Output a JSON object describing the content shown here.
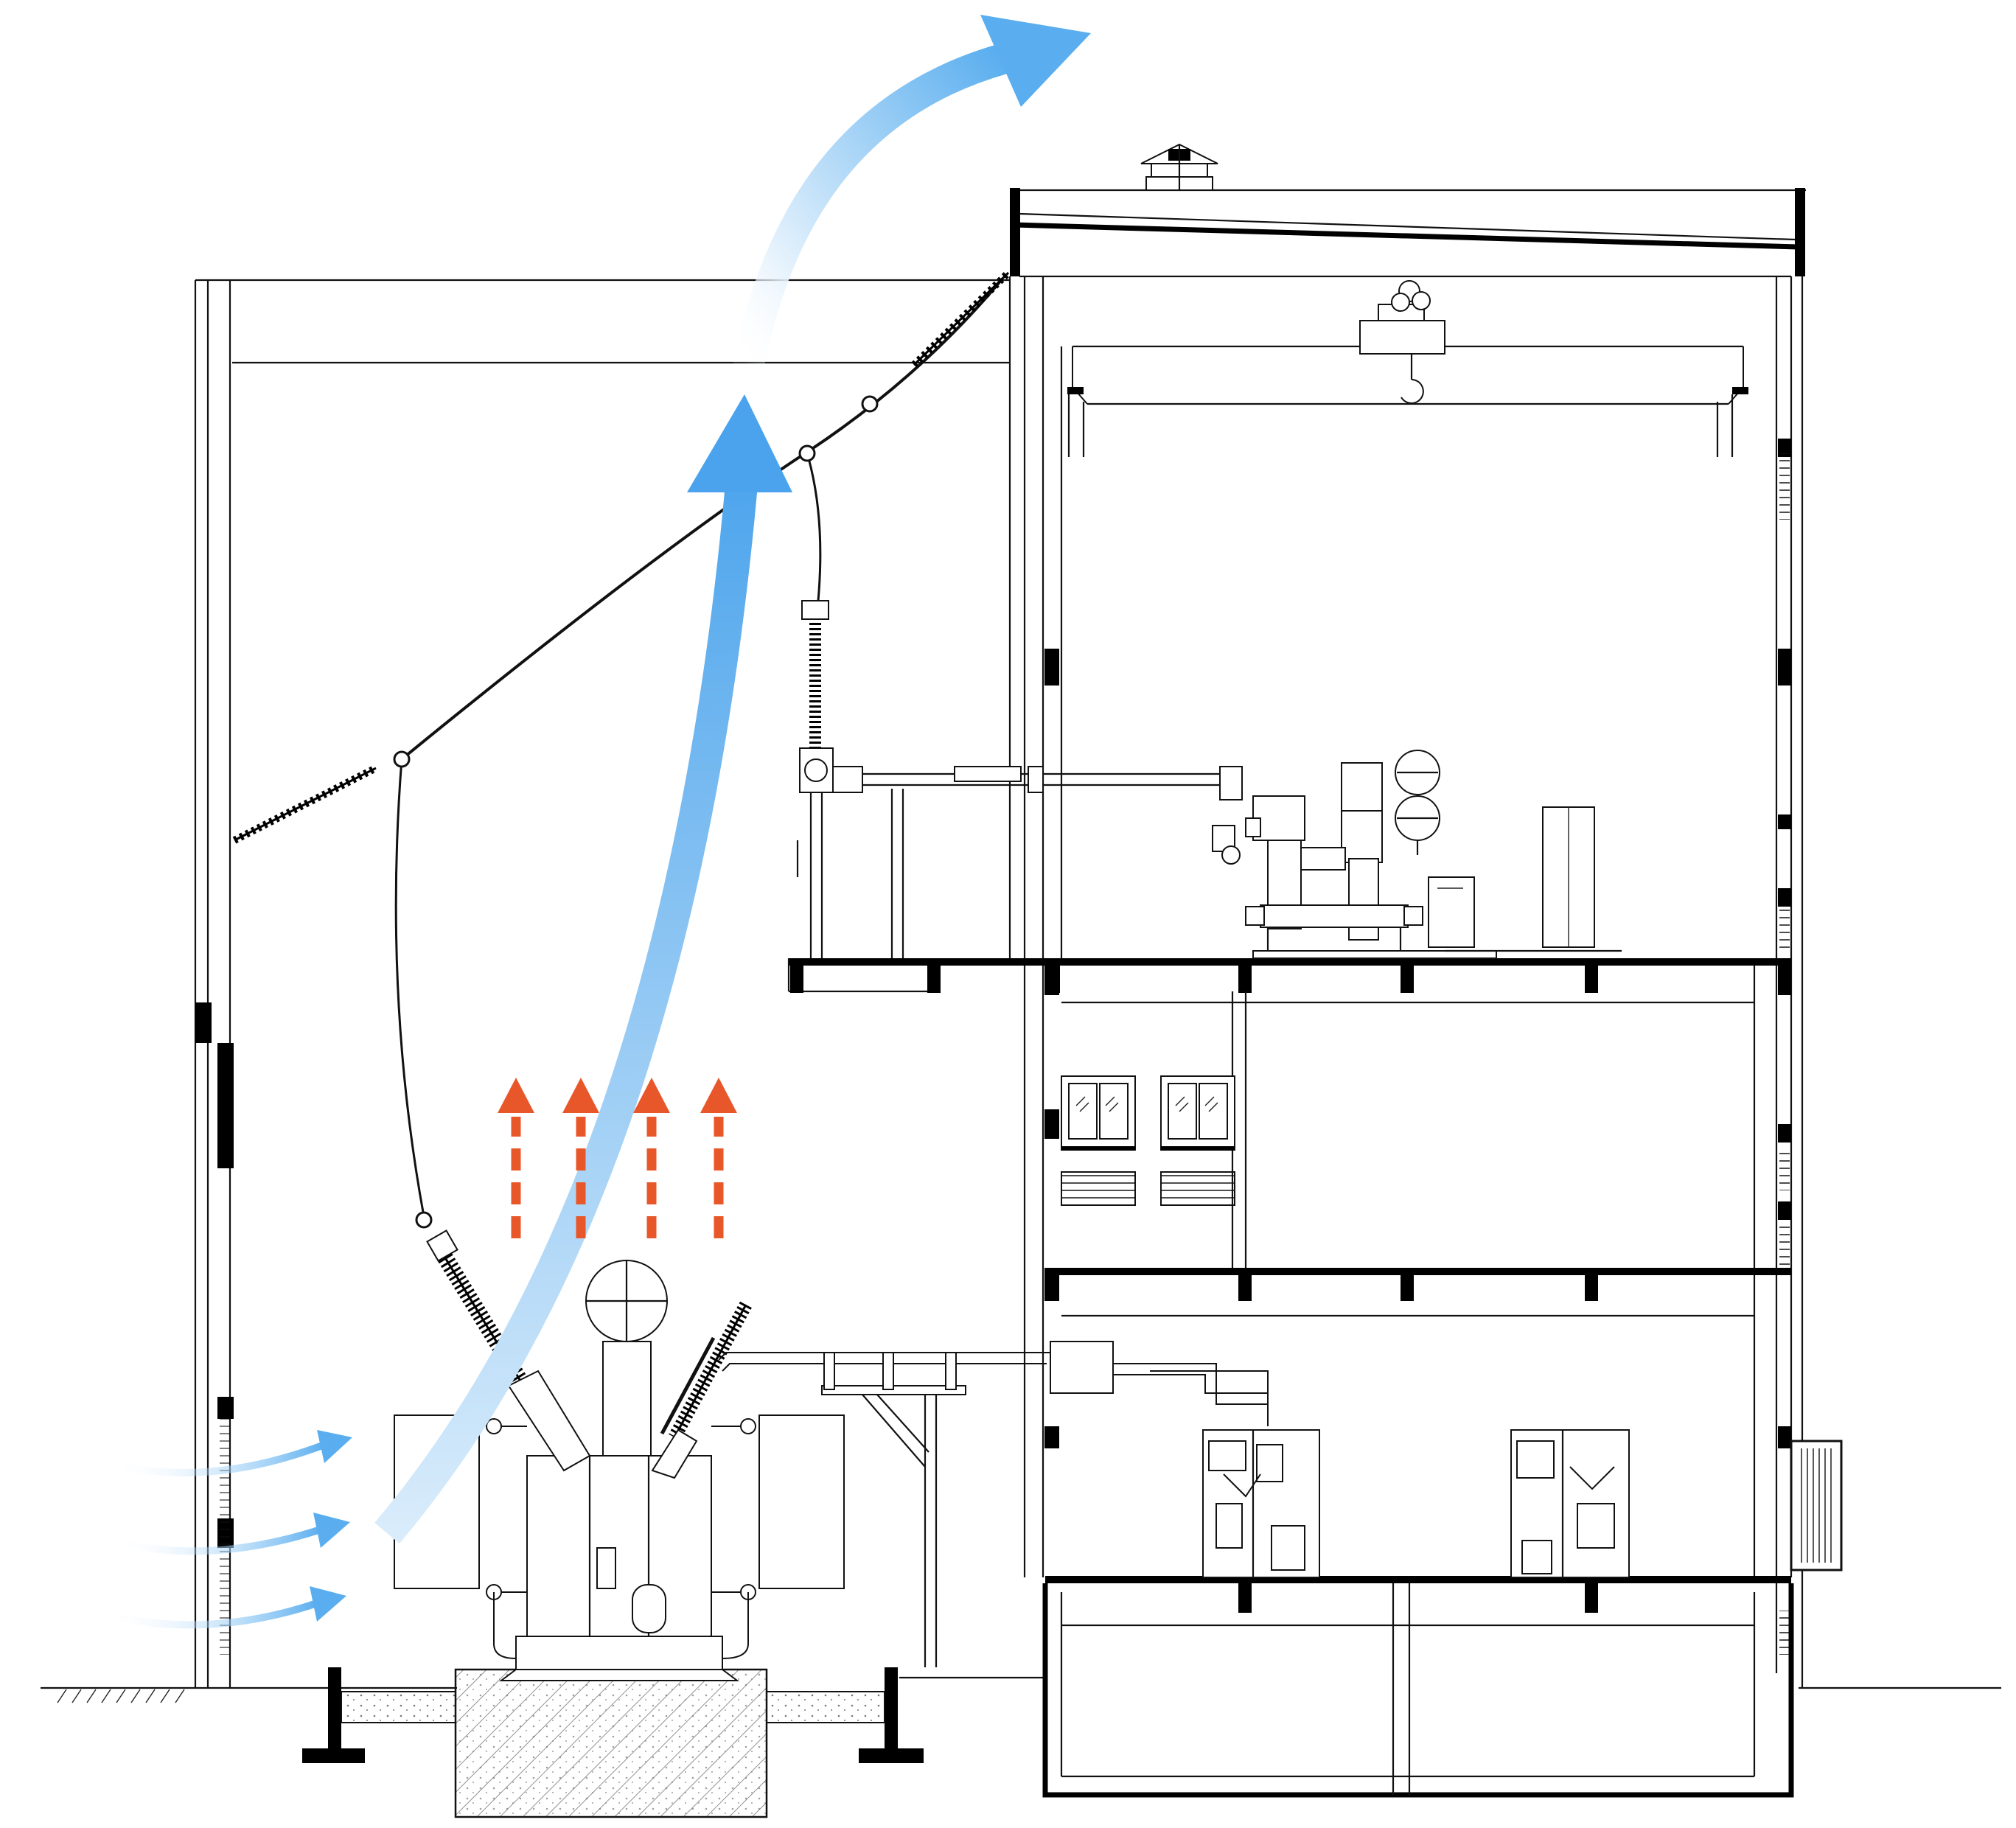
{
  "diagram": {
    "type": "section-drawing",
    "colors": {
      "cool_air": "#5aaeef",
      "cool_air_light": "#d9ecfb",
      "hot_air": "#e8572a",
      "line": "#111111",
      "concrete_hatch": "#777777"
    },
    "icons": [
      "roof-ventilator-icon",
      "bridge-crane-icon",
      "power-transformer-icon",
      "gis-switchgear-icon",
      "control-cabinet-icon",
      "window-icon",
      "louver-icon",
      "insulator-string-icon",
      "bushing-icon",
      "concrete-foundation-icon"
    ],
    "airflow": {
      "intake_arrows": 3,
      "rising_heat_arrows": 4,
      "exhaust_arrows": 2
    }
  }
}
